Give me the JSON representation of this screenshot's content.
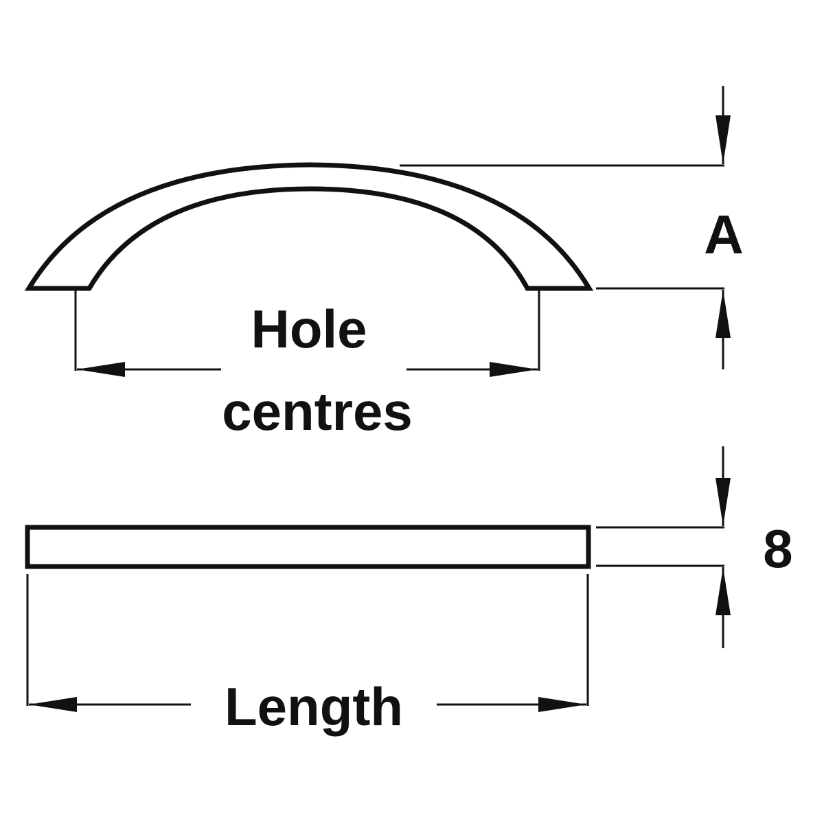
{
  "labels": {
    "hole": "Hole",
    "centres": "centres",
    "length": "Length",
    "a": "A",
    "eight": "8"
  },
  "colors": {
    "stroke": "#111111",
    "background": "#ffffff"
  }
}
